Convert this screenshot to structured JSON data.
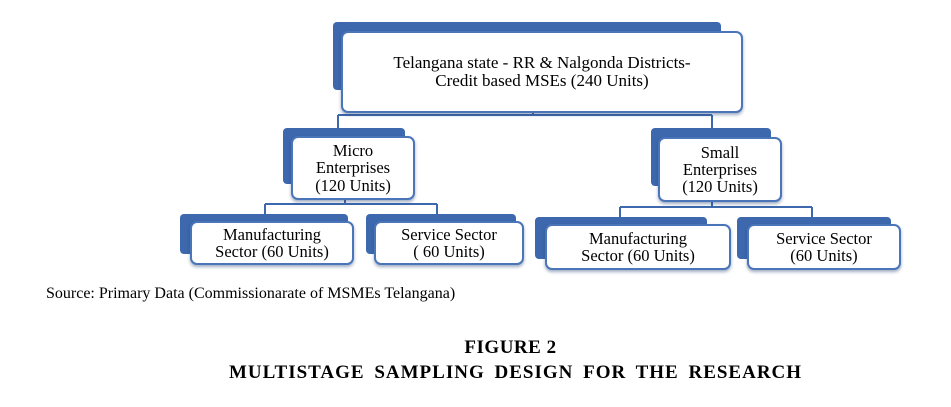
{
  "diagram": {
    "root": {
      "text": "Telangana state - RR & Nalgonda Districts-\nCredit based MSEs (240 Units)"
    },
    "micro": {
      "text": "Micro\nEnterprises\n(120 Units)",
      "children": [
        {
          "text": "Manufacturing\nSector (60 Units)"
        },
        {
          "text": "Service Sector\n( 60 Units)"
        }
      ]
    },
    "small": {
      "text": "Small\nEnterprises\n(120 Units)",
      "children": [
        {
          "text": "Manufacturing\nSector (60 Units)"
        },
        {
          "text": "Service Sector\n(60 Units)"
        }
      ]
    },
    "colors": {
      "box_border": "#4a75b8",
      "tab_fill": "#3d68ad",
      "connector": "#3d68ad"
    }
  },
  "source_note": "Source: Primary  Data (Commissionarate  of MSMEs Telangana)",
  "figure": {
    "number": "FIGURE 2",
    "title": "MULTISTAGE  SAMPLING DESIGN FOR THE RESEARCH"
  }
}
